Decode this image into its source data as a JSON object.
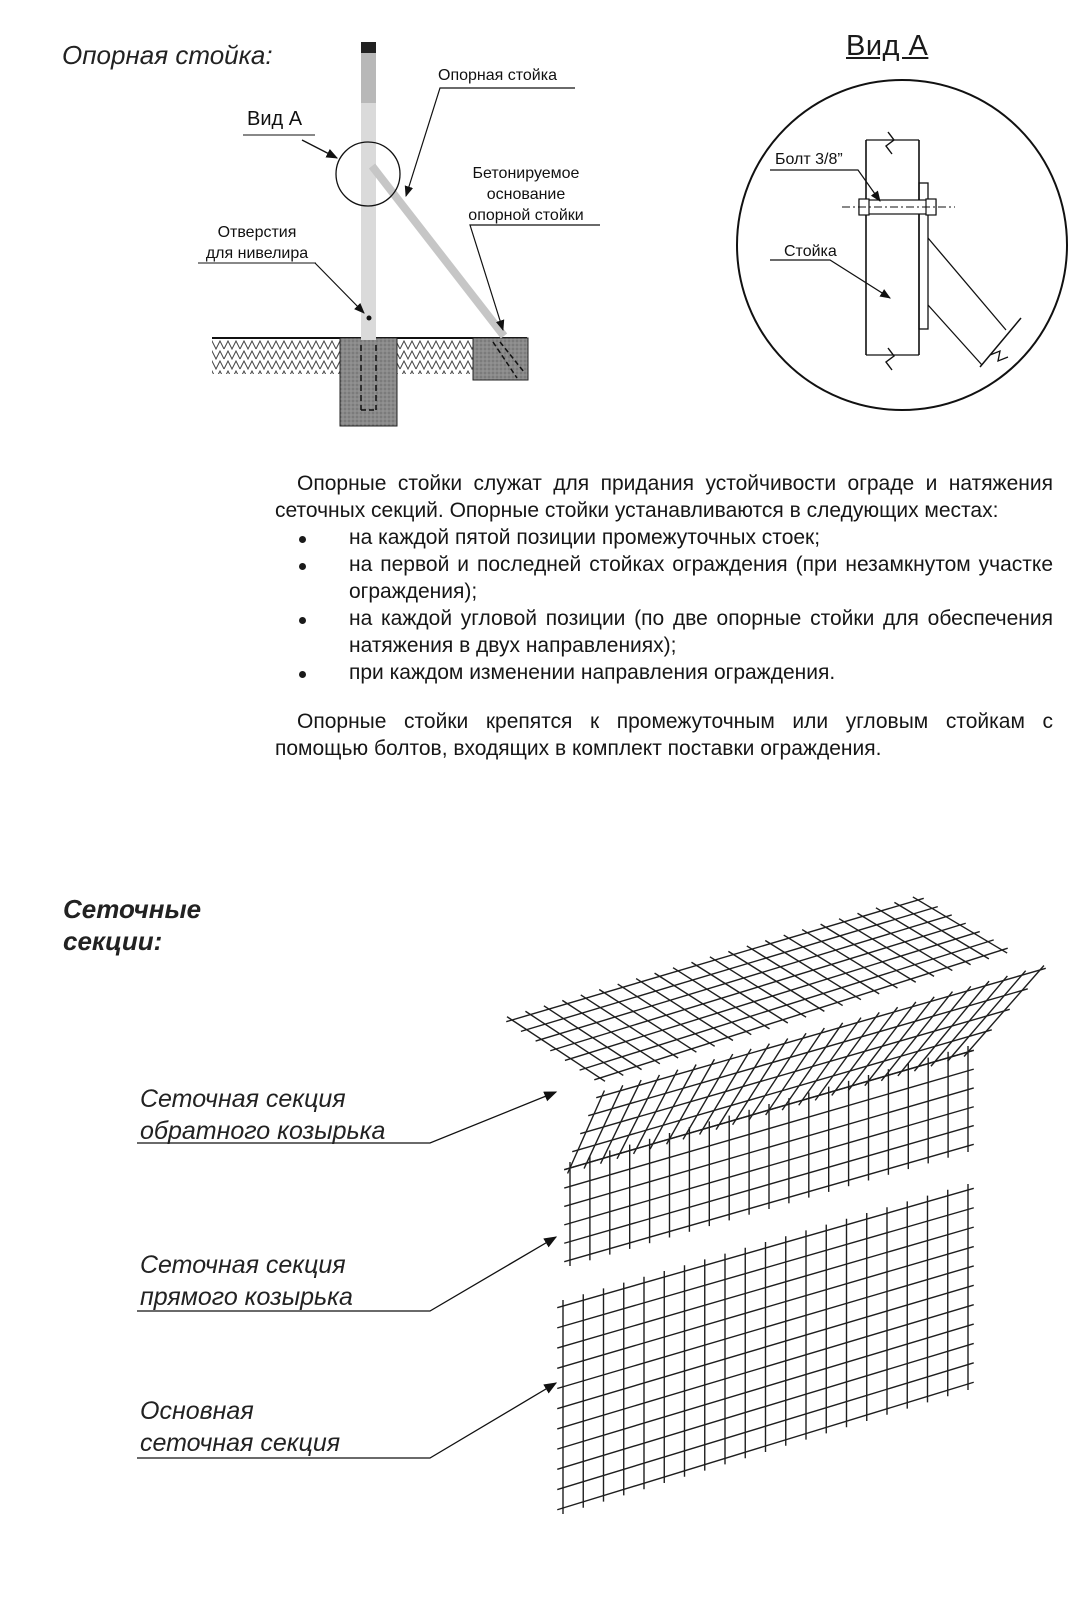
{
  "support_section": {
    "title": "Опорная стойка:",
    "labels": {
      "vid_a": "Вид А",
      "support_post": "Опорная стойка",
      "concrete_base_l1": "Бетонируемое",
      "concrete_base_l2": "основание",
      "concrete_base_l3": "опорной стойки",
      "holes_l1": "Отверстия",
      "holes_l2": "для нивелира"
    }
  },
  "view_a": {
    "title": "Вид А",
    "bolt_label": "Болт 3/8”",
    "post_label": "Стойка"
  },
  "description": {
    "intro": "Опорные стойки служат для придания устойчивости ограде и натяжения сеточных секций. Опорные стойки устанавливаются в следующих местах:",
    "bullets": [
      "на каждой пятой позиции промежуточных стоек;",
      "на первой и последней стойках ограждения (при незамкнутом участке ограждения);",
      "на каждой угловой позиции (по две опорные стойки для обеспечения натяжения в двух направлениях);",
      "при каждом изменении направления ограждения."
    ],
    "outro": "Опорные стойки крепятся к промежуточным или угловым стойкам с помощью болтов, входящих в комплект поставки ограждения."
  },
  "mesh_section": {
    "title_l1": "Сеточные",
    "title_l2": "секции:",
    "labels": [
      {
        "l1": "Сеточная секция",
        "l2": "обратного козырька"
      },
      {
        "l1": "Сеточная секция",
        "l2": "прямого козырька"
      },
      {
        "l1": "Основная",
        "l2": "сеточная секция"
      }
    ]
  }
}
